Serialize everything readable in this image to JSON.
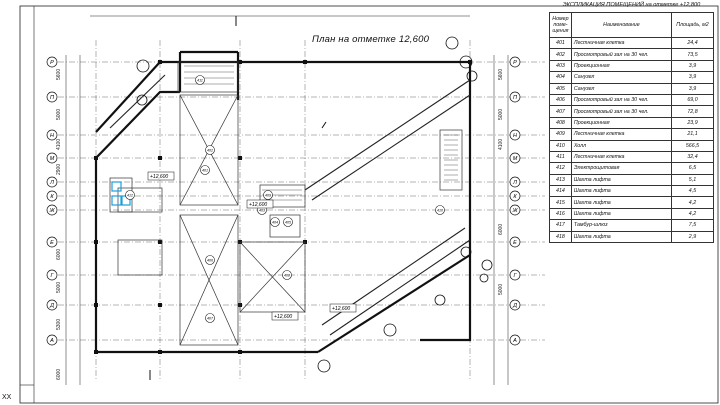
{
  "plan": {
    "title": "План на отметке 12,600",
    "sheet_code": "ХХ"
  },
  "axes": {
    "left_letters": [
      "Р",
      "П",
      "Н",
      "М",
      "Л",
      "К",
      "Ж",
      "Е",
      "Г",
      "Д",
      "А"
    ],
    "right_letters": [
      "Р",
      "П",
      "Н",
      "М",
      "Л",
      "К",
      "Ж",
      "Е",
      "Г",
      "Д",
      "А"
    ]
  },
  "elevations": [
    "+12,600",
    "+12,600",
    "+12,600",
    "+12,600"
  ],
  "room_labels": [
    "401",
    "402",
    "403",
    "404",
    "405",
    "406",
    "407",
    "408",
    "409",
    "410",
    "411",
    "412"
  ],
  "explication": {
    "caption": "ЭКСПЛИКАЦИЯ ПОМЕЩЕНИЙ на отметке +12,800",
    "headers": [
      "Номер поме-щения",
      "Наименование",
      "Площадь, м2"
    ],
    "rows": [
      [
        "401",
        "Лестничная клетка",
        "24,4"
      ],
      [
        "402",
        "Просмотровый зал на 30 чел.",
        "73,5"
      ],
      [
        "403",
        "Проекционная",
        "3,9"
      ],
      [
        "404",
        "Санузел",
        "3,9"
      ],
      [
        "405",
        "Санузел",
        "3,9"
      ],
      [
        "406",
        "Просмотровый зал на 30 чел.",
        "69,0"
      ],
      [
        "407",
        "Просмотровый зал на 30 чел.",
        "72,8"
      ],
      [
        "408",
        "Проекционная",
        "23,9"
      ],
      [
        "409",
        "Лестничная клетка",
        "21,1"
      ],
      [
        "410",
        "Холл",
        "566,5"
      ],
      [
        "411",
        "Лестничная клетка",
        "32,4"
      ],
      [
        "412",
        "Электрощитовая",
        "6,5"
      ],
      [
        "413",
        "Шахта лифта",
        "5,1"
      ],
      [
        "414",
        "Шахта лифта",
        "4,5"
      ],
      [
        "415",
        "Шахта лифта",
        "4,2"
      ],
      [
        "416",
        "Шахта лифта",
        "4,2"
      ],
      [
        "417",
        "Тамбур-шлюз",
        "7,5"
      ],
      [
        "418",
        "Шахта лифта",
        "2,9"
      ]
    ]
  },
  "colors": {
    "line": "#222222",
    "accent": "#1a9fe0"
  }
}
